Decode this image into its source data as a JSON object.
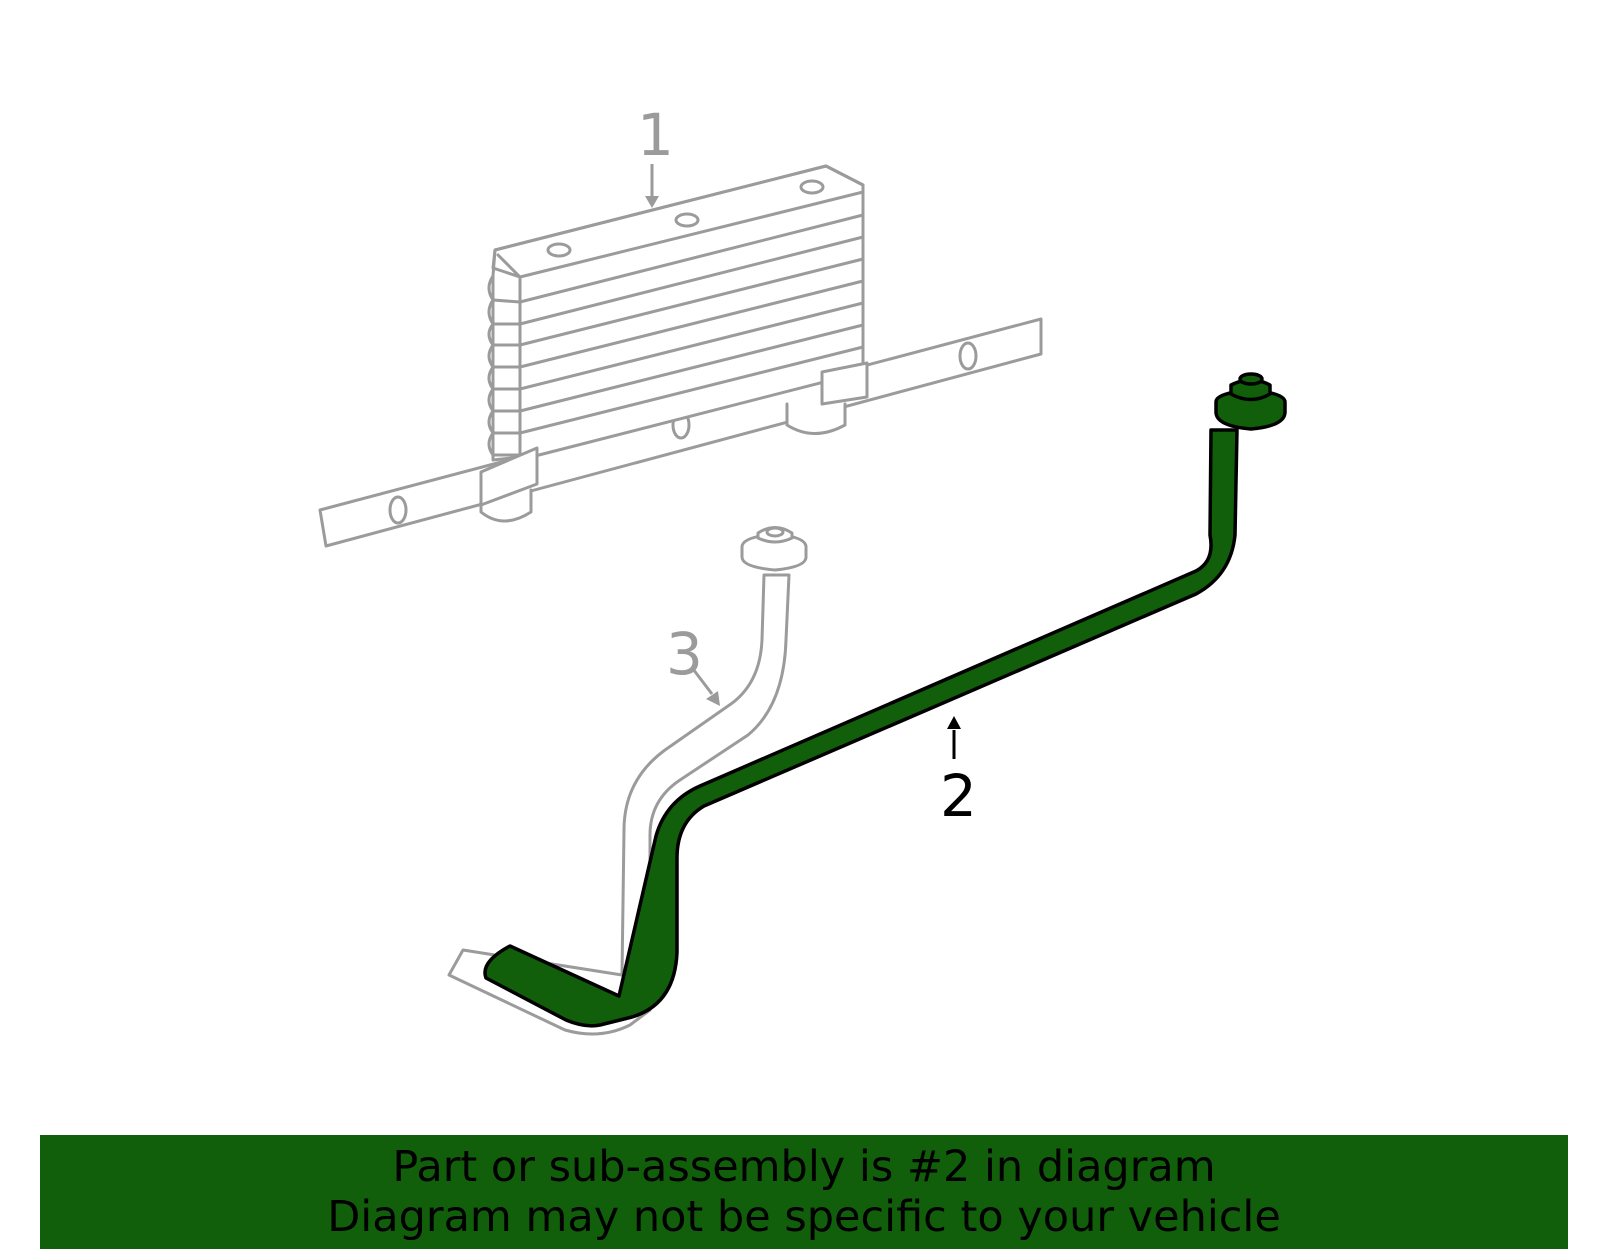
{
  "diagram": {
    "callouts": [
      {
        "label": "1",
        "part": "oil-cooler",
        "highlighted": false
      },
      {
        "label": "2",
        "part": "cooler-line",
        "highlighted": true
      },
      {
        "label": "3",
        "part": "cooler-line",
        "highlighted": false
      }
    ],
    "colors": {
      "highlight": "#115f0a",
      "outline_muted": "#9b9b9b",
      "outline_active": "#000000"
    }
  },
  "banner": {
    "line1": "Part or sub-assembly is #2 in diagram",
    "line2": "Diagram may not be specific to your vehicle",
    "background": "#115f0a"
  }
}
